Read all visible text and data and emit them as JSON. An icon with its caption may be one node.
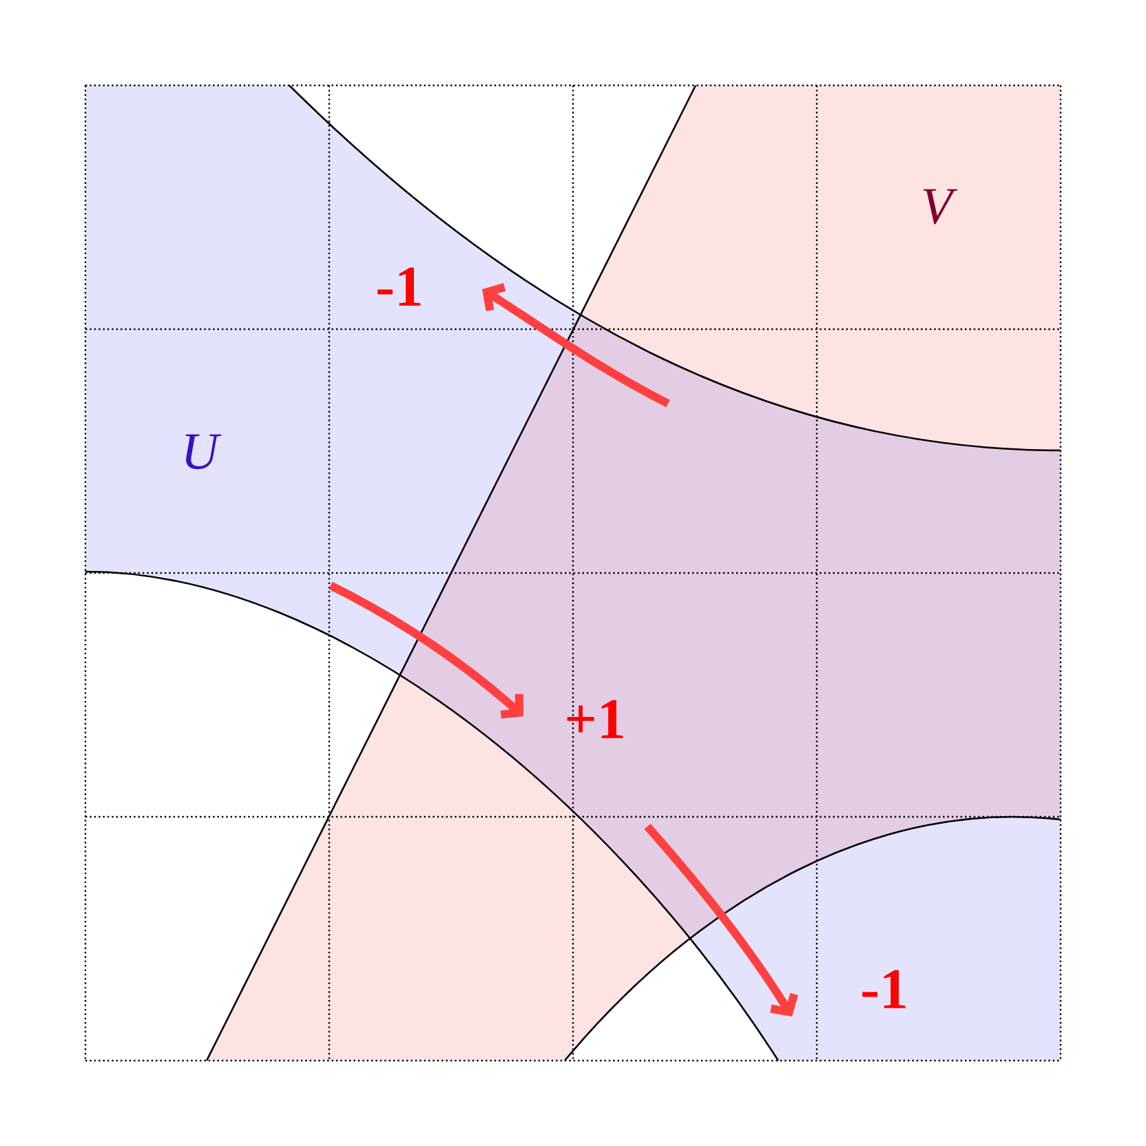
{
  "diagram": {
    "nodes": [
      {
        "text": [
          "U"
        ]
      },
      {
        "text": [
          "V"
        ]
      }
    ],
    "labels": [
      "-1",
      "+1",
      "-1"
    ]
  }
}
